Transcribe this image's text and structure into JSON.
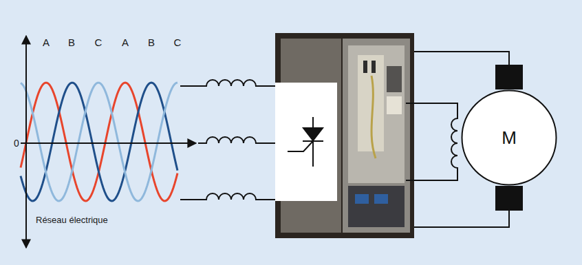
{
  "diagram": {
    "nodes": [
      {
        "text": [
          "M"
        ]
      }
    ],
    "labels": [
      "A",
      "B",
      "C",
      "A",
      "B",
      "C",
      "0",
      "Réseau électrique"
    ]
  }
}
